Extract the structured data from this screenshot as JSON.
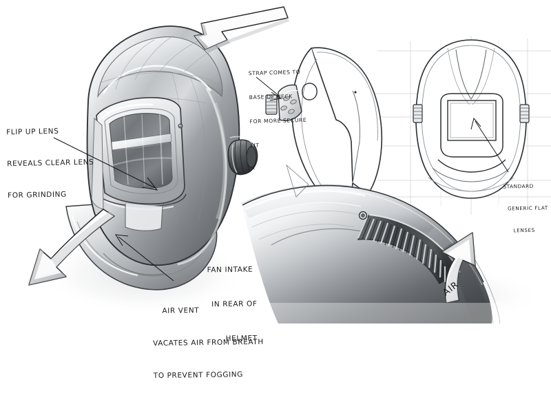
{
  "sketch": {
    "subject": "welding-helmet-concept-sketch",
    "medium": "grayscale marker and pen industrial design rendering",
    "background_color": "#ffffff",
    "ink_color": "#1a1a1a",
    "construction_line_color": "#cfd2d6",
    "shell_light": "#f2f3f4",
    "shell_mid": "#b5b8bb",
    "shell_dark": "#5d6164",
    "lens_dark": "#6e7276",
    "arrow_fill": "#ffffff",
    "arrow_edge": "#2b2b2b"
  },
  "annotations": {
    "flip_up_lens": {
      "line1": "FLIP UP LENS",
      "line2": "REVEALS CLEAR LENS",
      "line3": "FOR GRINDING"
    },
    "strap": {
      "line1": "STRAP COMES TO",
      "line2": "BASE OF NECK",
      "line3": "FOR MORE SECURE",
      "line4": "FIT"
    },
    "lenses": {
      "line1": "STANDARD",
      "line2": "GENERIC FLAT",
      "line3": "LENSES"
    },
    "fan_intake": {
      "line1": "FAN INTAKE",
      "line2": "IN REAR OF",
      "line3": "HELMET"
    },
    "air_vent": {
      "line1": "AIR VENT",
      "line2": "VACATES AIR FROM BREATH",
      "line3": "TO PREVENT FOGGING"
    },
    "air_flow_label": "AIR"
  },
  "views": {
    "main": {
      "name": "three-quarter-perspective-rendering",
      "features": [
        "dome-shell",
        "lens-window",
        "flip-up-visor",
        "side-adjust-knob",
        "chin-air-vent"
      ]
    },
    "side": {
      "name": "side-profile-line-view",
      "features": [
        "shell-profile",
        "strap-bracket",
        "pivot-knob",
        "side-rivet"
      ]
    },
    "front": {
      "name": "front-orthographic-line-view",
      "features": [
        "oval-shell-outline",
        "lens-aperture",
        "left-knob",
        "right-knob"
      ]
    },
    "rear_detail": {
      "name": "rear-top-vent-detail-rendering",
      "features": [
        "louvered-fan-intake",
        "vent-screw",
        "air-flow-arrow"
      ],
      "louver_count": 14
    }
  },
  "callout_arrows": [
    {
      "name": "top-intake-arrow",
      "direction": "down-left",
      "style": "white-3d-block-arrow"
    },
    {
      "name": "breath-exhaust-arrow",
      "direction": "down-left",
      "style": "white-3d-block-arrow"
    },
    {
      "name": "rear-air-intake-arrow",
      "direction": "up-left",
      "style": "white-3d-block-arrow",
      "label": "AIR"
    }
  ]
}
